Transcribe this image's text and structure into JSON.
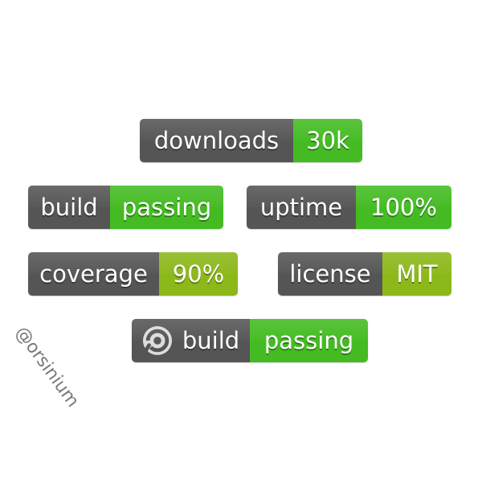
{
  "badges": {
    "downloads": {
      "label": "downloads",
      "value": "30k",
      "value_color": "#44bb22"
    },
    "build": {
      "label": "build",
      "value": "passing",
      "value_color": "#44bb22"
    },
    "uptime": {
      "label": "uptime",
      "value": "100%",
      "value_color": "#44bb22"
    },
    "coverage": {
      "label": "coverage",
      "value": "90%",
      "value_color": "#8cb81a"
    },
    "license": {
      "label": "license",
      "value": "MIT",
      "value_color": "#8cb81a"
    },
    "build_logo": {
      "label": "build",
      "value": "passing",
      "value_color": "#44bb22",
      "icon": "circleci-logo-icon"
    }
  },
  "colors": {
    "label_bg": "#555555",
    "green": "#44bb22",
    "lime": "#8cb81a"
  },
  "watermark": "@orsinium"
}
